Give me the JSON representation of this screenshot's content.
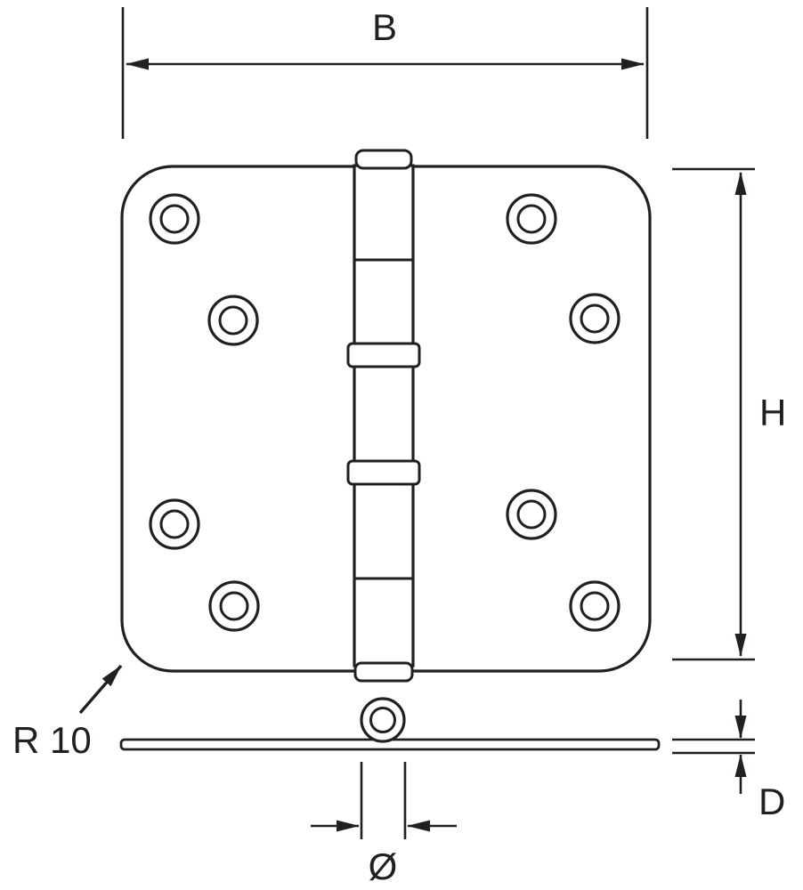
{
  "page": {
    "colors": {
      "line": "#231f20",
      "background": "#ffffff"
    }
  },
  "dimensions": {
    "width_label": "B",
    "height_label": "H",
    "thickness_label": "D",
    "pin_diameter_label": "Ø",
    "corner_radius_label": "R 10"
  }
}
